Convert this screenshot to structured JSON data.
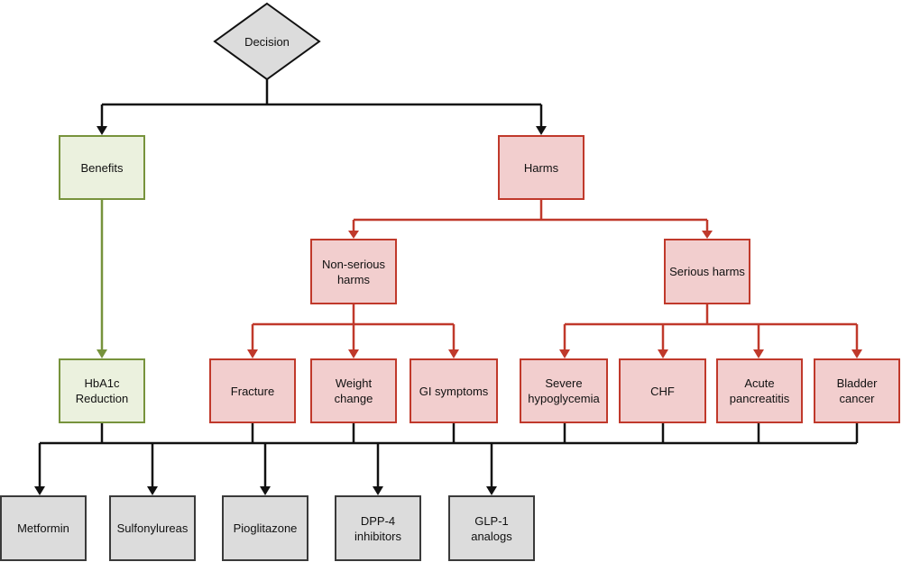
{
  "decision": "Decision",
  "benefits": "Benefits",
  "harms": "Harms",
  "hba1c": "HbA1c Reduction",
  "non_serious": "Non-serious harms",
  "serious": "Serious harms",
  "non_serious_items": [
    "Fracture",
    "Weight change",
    "GI symptoms"
  ],
  "serious_items": [
    "Severe hypoglycemia",
    "CHF",
    "Acute pancreatitis",
    "Bladder cancer"
  ],
  "drugs": [
    "Metformin",
    "Sulfonylureas",
    "Pioglitazone",
    "DPP-4 inhibitors",
    "GLP-1 analogs"
  ],
  "colors": {
    "green": "#77933c",
    "red": "#c0392b",
    "black": "#111111"
  }
}
